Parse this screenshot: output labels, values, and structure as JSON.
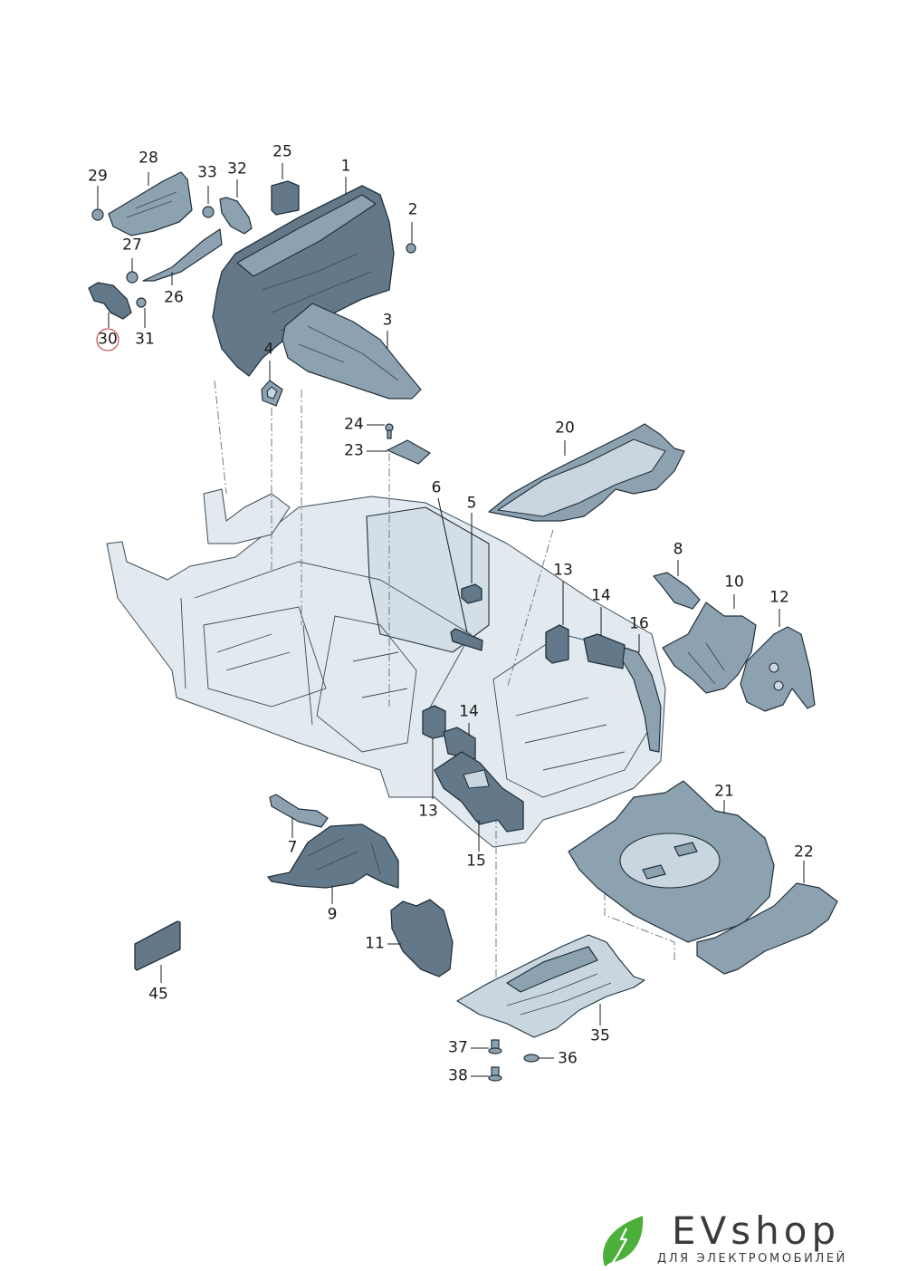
{
  "diagram": {
    "type": "exploded parts diagram",
    "subject": "car body insulation / sound-damping parts",
    "highlighted_part": "30",
    "highlight_color": "#b8323a",
    "part_fill_dark": "#5f7788",
    "part_fill_light": "#c9d6df",
    "body_fill": "#dfe8ee",
    "outline_color": "#22313b"
  },
  "callouts": [
    {
      "id": "1",
      "label": "1"
    },
    {
      "id": "2",
      "label": "2"
    },
    {
      "id": "3",
      "label": "3"
    },
    {
      "id": "4",
      "label": "4"
    },
    {
      "id": "5",
      "label": "5"
    },
    {
      "id": "6",
      "label": "6"
    },
    {
      "id": "7",
      "label": "7"
    },
    {
      "id": "8",
      "label": "8"
    },
    {
      "id": "9",
      "label": "9"
    },
    {
      "id": "10",
      "label": "10"
    },
    {
      "id": "11",
      "label": "11"
    },
    {
      "id": "12",
      "label": "12"
    },
    {
      "id": "13a",
      "label": "13"
    },
    {
      "id": "13b",
      "label": "13"
    },
    {
      "id": "14a",
      "label": "14"
    },
    {
      "id": "14b",
      "label": "14"
    },
    {
      "id": "15",
      "label": "15"
    },
    {
      "id": "16",
      "label": "16"
    },
    {
      "id": "20",
      "label": "20"
    },
    {
      "id": "21",
      "label": "21"
    },
    {
      "id": "22",
      "label": "22"
    },
    {
      "id": "23",
      "label": "23"
    },
    {
      "id": "24",
      "label": "24"
    },
    {
      "id": "25",
      "label": "25"
    },
    {
      "id": "26",
      "label": "26"
    },
    {
      "id": "27",
      "label": "27"
    },
    {
      "id": "28",
      "label": "28"
    },
    {
      "id": "29",
      "label": "29"
    },
    {
      "id": "30",
      "label": "30"
    },
    {
      "id": "31",
      "label": "31"
    },
    {
      "id": "32",
      "label": "32"
    },
    {
      "id": "33",
      "label": "33"
    },
    {
      "id": "35",
      "label": "35"
    },
    {
      "id": "36",
      "label": "36"
    },
    {
      "id": "37",
      "label": "37"
    },
    {
      "id": "38",
      "label": "38"
    },
    {
      "id": "45",
      "label": "45"
    }
  ],
  "brand": {
    "name": "EVshop",
    "tagline": "ДЛЯ ЭЛЕКТРОМОБИЛЕЙ",
    "leaf_color": "#4caf3a",
    "text_color": "#3b3b3b"
  }
}
